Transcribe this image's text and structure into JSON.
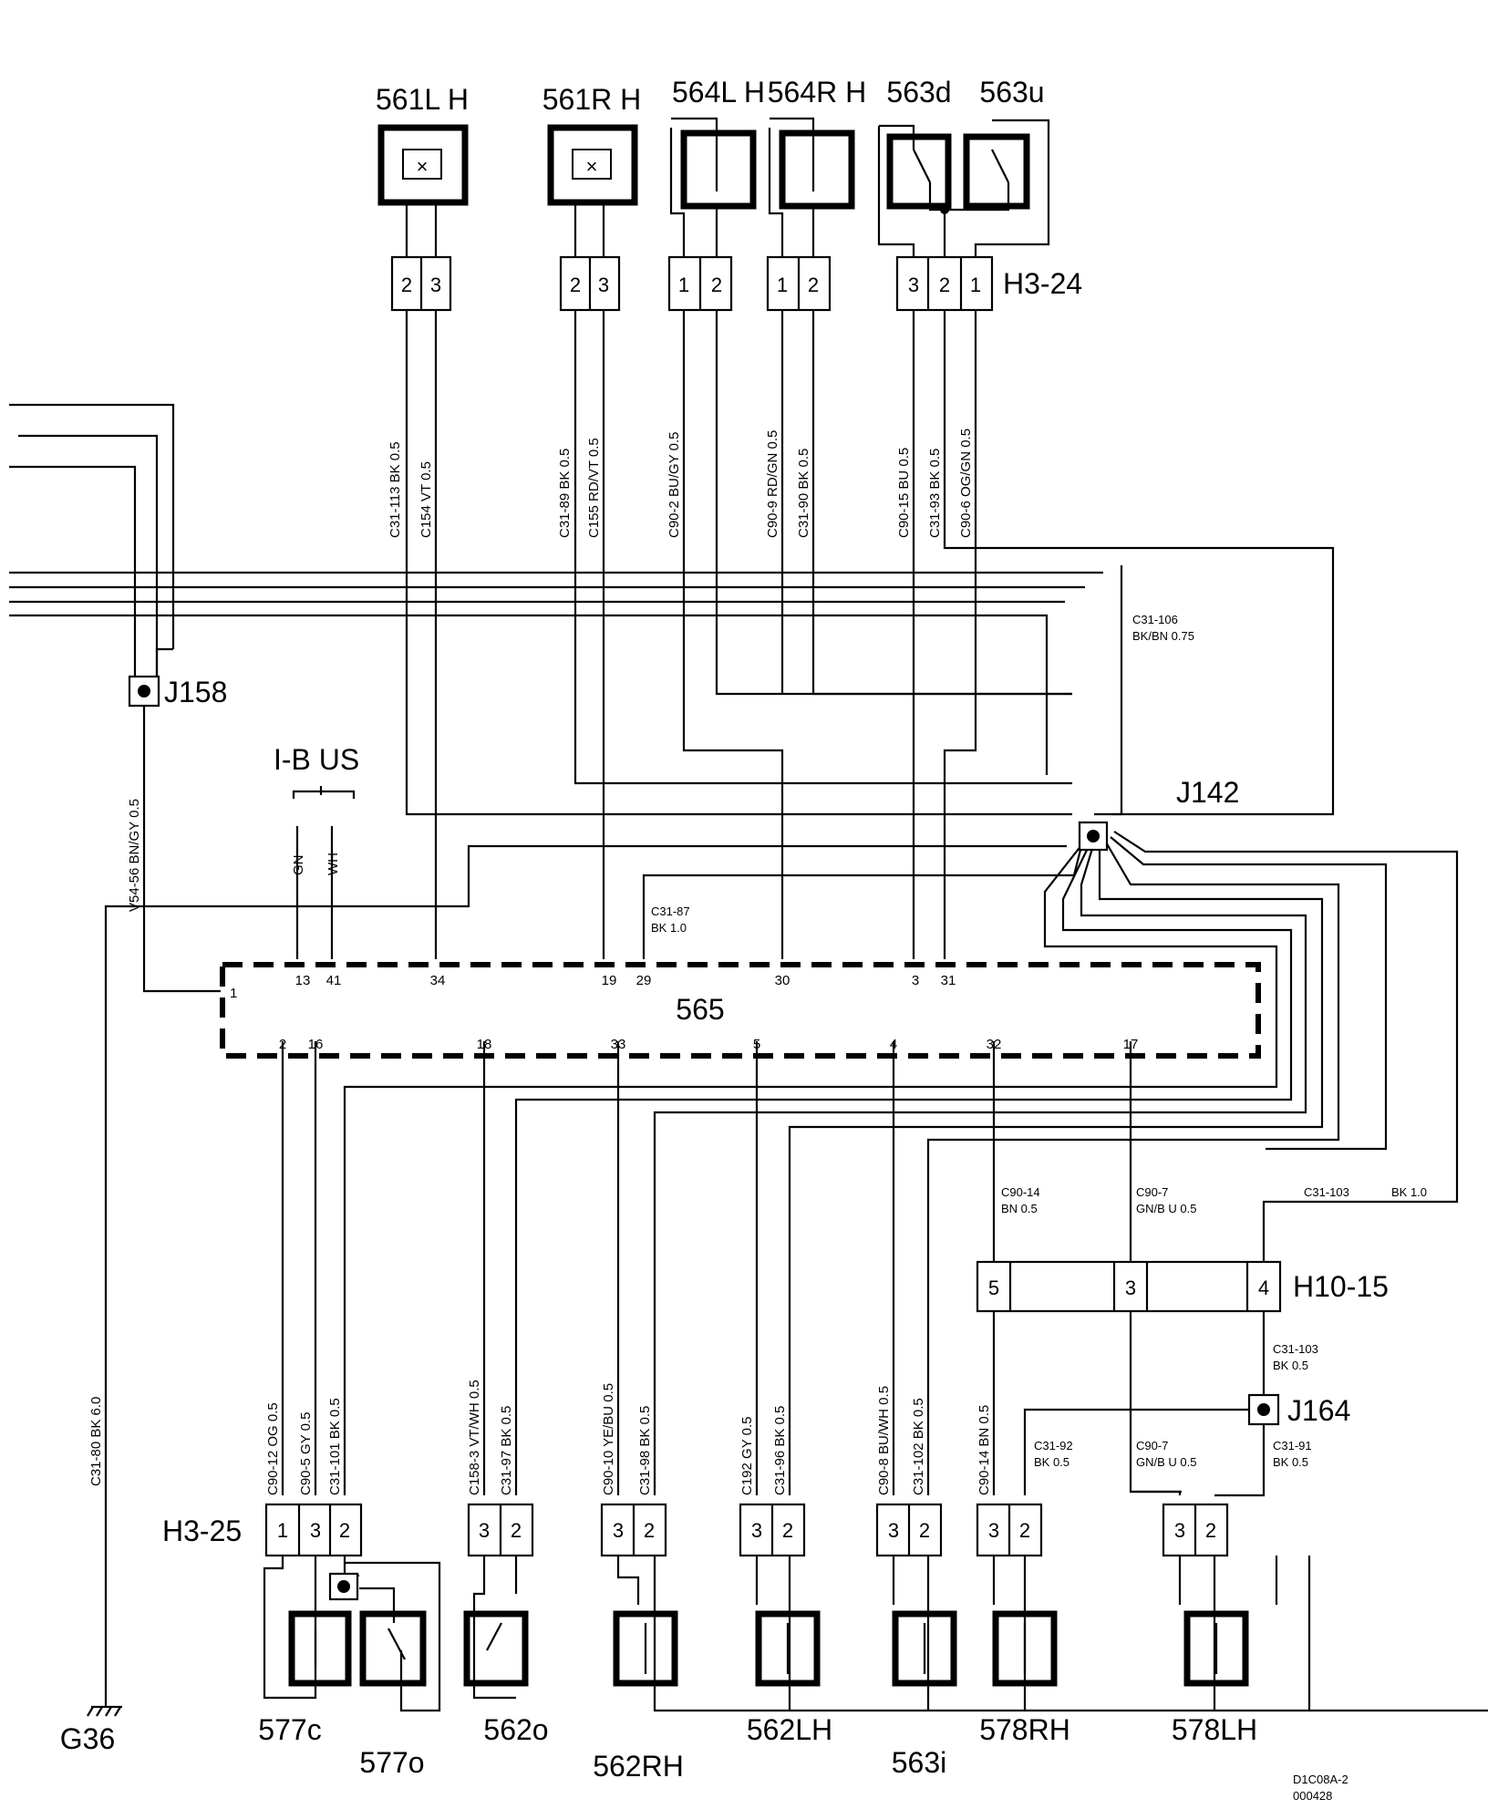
{
  "diagram": {
    "module": {
      "id": "565",
      "top_pins": [
        "13",
        "41",
        "34",
        "19",
        "29",
        "30",
        "3",
        "31"
      ],
      "left_pin": "1",
      "bottom_pins": [
        "2",
        "16",
        "18",
        "33",
        "5",
        "4",
        "32",
        "17"
      ]
    },
    "top_components": [
      {
        "id": "561L H",
        "pins": [
          "2",
          "3"
        ],
        "wires": [
          "C31-113  BK  0.5",
          "C154  VT  0.5"
        ]
      },
      {
        "id": "561R H",
        "pins": [
          "2",
          "3"
        ],
        "wires": [
          "C31-89  BK  0.5",
          "C155  RD/VT  0.5"
        ]
      },
      {
        "id": "564L H",
        "pins": [
          "1",
          "2"
        ],
        "wires": [
          "C90-2  BU/GY  0.5",
          ""
        ]
      },
      {
        "id": "564R H",
        "pins": [
          "1",
          "2"
        ],
        "wires": [
          "C90-9  RD/GN  0.5",
          "C31-90  BK  0.5"
        ]
      },
      {
        "id": "563d",
        "pins": [
          "3",
          "2",
          "1"
        ],
        "wires": [
          "C90-15  BU  0.5",
          "C31-93  BK  0.5",
          "C90-6  OG/GN  0.5"
        ]
      },
      {
        "id": "563u"
      }
    ],
    "connectors": {
      "h3_24": "H3-24",
      "h3_25": "H3-25",
      "h10_15": "H10-15",
      "h10_pins": [
        "5",
        "3",
        "4"
      ]
    },
    "junctions": {
      "j158": "J158",
      "j142": "J142",
      "j164": "J164"
    },
    "ground": "G36",
    "ibus": {
      "label": "I-B US",
      "gn": "GN",
      "wh": "WH"
    },
    "labels": {
      "v54": "V54-56   BN/GY   0.5",
      "c31_80": "C31-80   BK   6.0",
      "c31_106a": "C31-106",
      "c31_106b": "BK/BN    0.75",
      "c31_87a": "C31-87",
      "c31_87b": "BK   1.0",
      "c90_14a": "C90-14",
      "c90_14b": "BN   0.5",
      "c90_7a": "C90-7",
      "c90_7b": "GN/B U   0.5",
      "c31_103top_a": "C31-103",
      "c31_103top_b": "BK  1.0",
      "c31_103a": "C31-103",
      "c31_103b": "BK   0.5",
      "c31_92a": "C31-92",
      "c31_92b": "BK   0.5",
      "c90_7la": "C90-7",
      "c90_7lb": "GN/B U   0.5",
      "c31_91a": "C31-91",
      "c31_91b": "BK   0.5",
      "c90_14v": "C90-14   BN   0.5"
    },
    "bottom_groups": [
      {
        "pins": [
          "1",
          "3",
          "2"
        ],
        "wires": [
          "C90-12   OG   0.5",
          "C90-5   GY   0.5",
          "C31-101   BK   0.5"
        ]
      },
      {
        "pins": [
          "3",
          "2"
        ],
        "wires": [
          "C158-3   VT/WH   0.5",
          "C31-97   BK   0.5"
        ]
      },
      {
        "pins": [
          "3",
          "2"
        ],
        "wires": [
          "C90-10   YE/BU   0.5",
          "C31-98   BK   0.5"
        ]
      },
      {
        "pins": [
          "3",
          "2"
        ],
        "wires": [
          "C192   GY   0.5",
          "C31-96   BK   0.5"
        ]
      },
      {
        "pins": [
          "3",
          "2"
        ],
        "wires": [
          "C90-8   BU/WH   0.5",
          "C31-102   BK   0.5"
        ]
      },
      {
        "pins": [
          "3",
          "2"
        ]
      },
      {
        "pins": [
          "3",
          "2"
        ]
      }
    ],
    "bottom_components": [
      "577c",
      "577o",
      "562o",
      "562RH",
      "562LH",
      "563i",
      "578RH",
      "578LH"
    ],
    "drawing_code": [
      "D1C08A-2",
      "000428"
    ]
  }
}
